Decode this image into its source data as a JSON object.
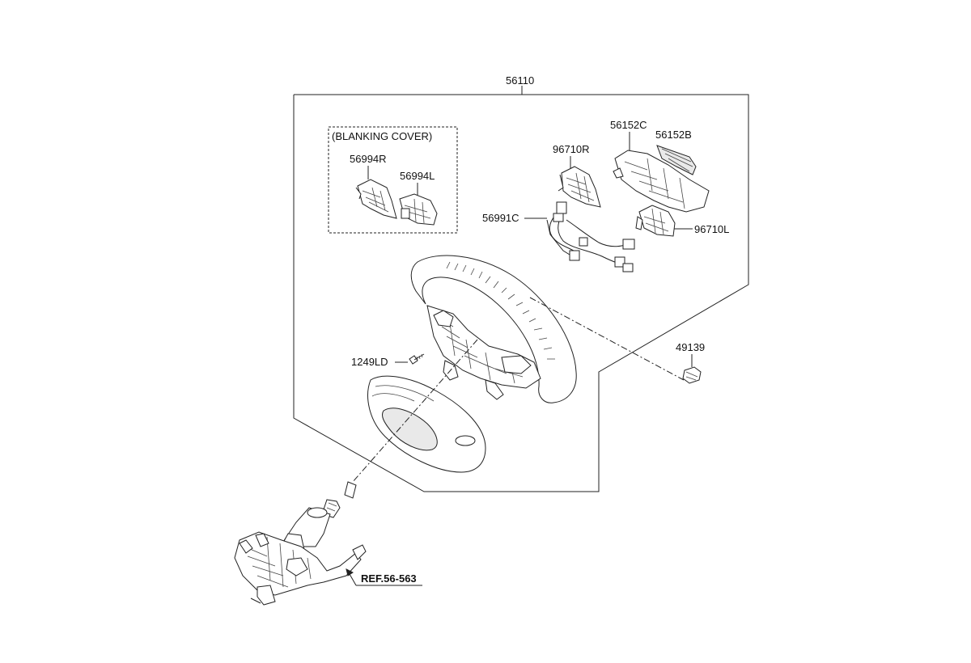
{
  "labels": {
    "assembly": "56110",
    "blanking_cover": "(BLANKING COVER)",
    "cover_r": "56994R",
    "cover_l": "56994L",
    "switch_r": "96710R",
    "switch_l": "96710L",
    "bezel_c": "56152C",
    "bezel_b": "56152B",
    "wiring": "56991C",
    "screw": "1249LD",
    "nut": "49139",
    "reference": "REF.56-563"
  },
  "icons": {
    "steering_wheel": "steering-wheel-icon",
    "steering_column": "steering-column-icon",
    "nut": "nut-icon",
    "screw": "screw-icon",
    "switch": "switch-icon",
    "harness": "wiring-harness-icon"
  }
}
